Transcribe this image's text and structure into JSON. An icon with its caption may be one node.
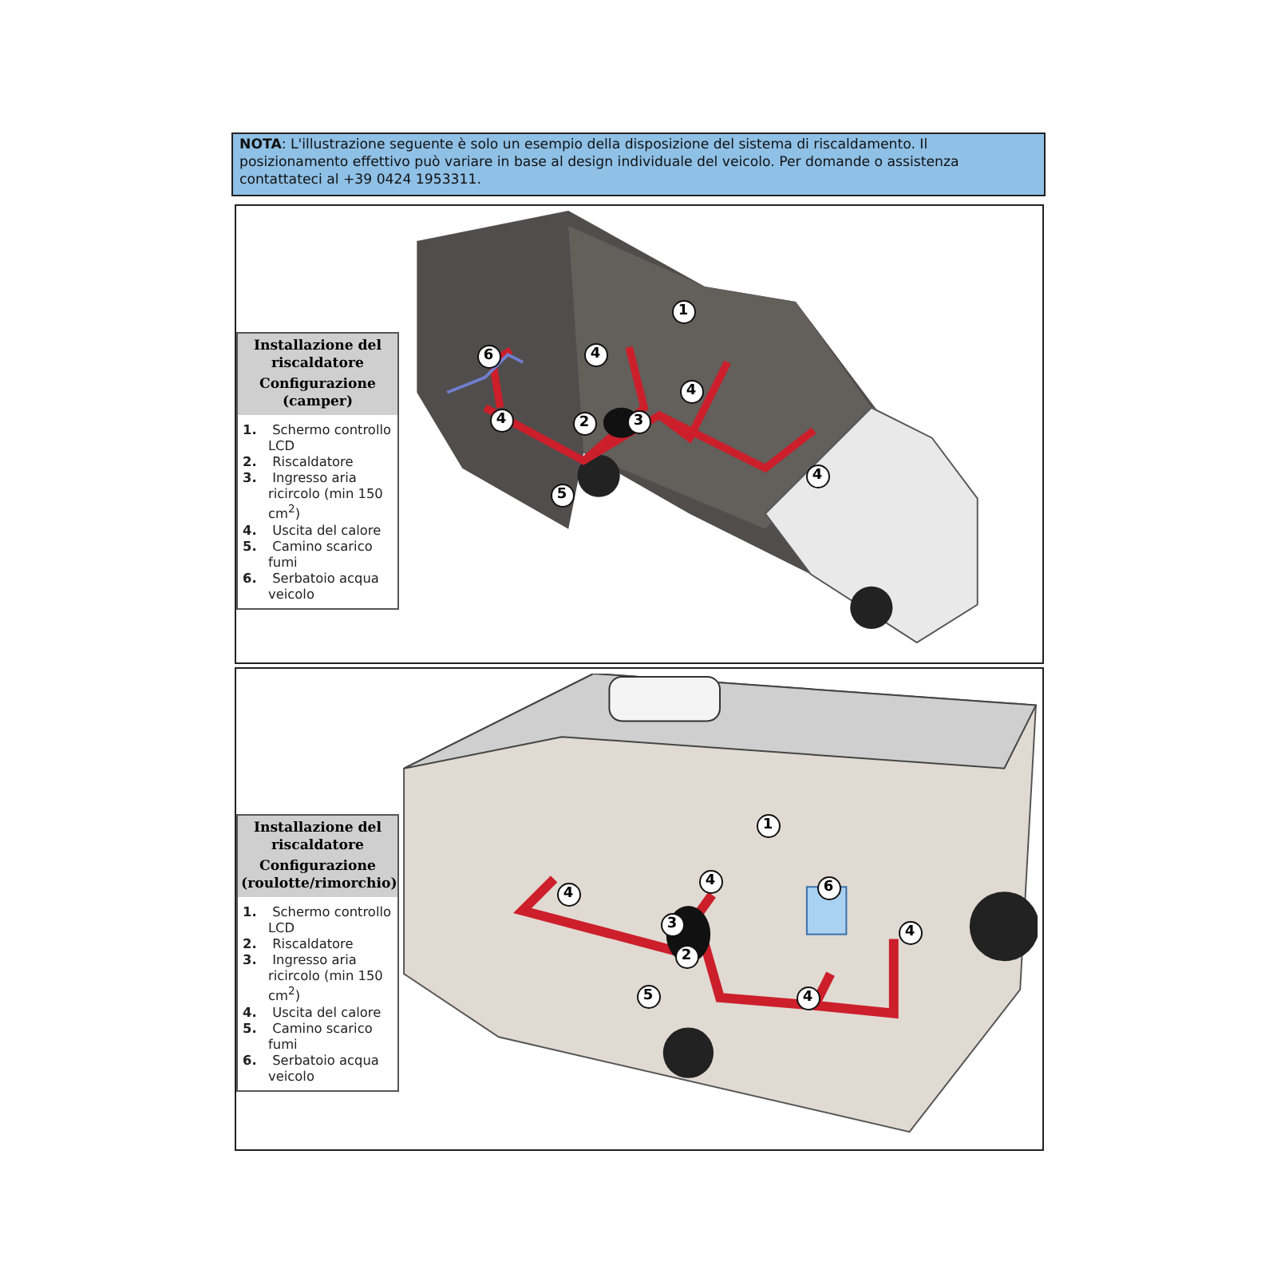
{
  "diagram": {
    "nodes": [
      {
        "text": [
          "**NOTA**: L'illustrazione seguente è solo un esempio della disposizione del sistema di riscaldamento. Il posizionamento effettivo può variare in base al design individuale del veicolo. Per domande o assistenza contattateci al +39 0424 1953311."
        ]
      },
      {
        "text": [
          "Installazione del riscaldatore",
          "Configurazione (camper)",
          "**1.** Schermo controllo LCD",
          "**2.** Riscaldatore",
          "**3.** Ingresso aria ricircolo (min 150 cm$^{2}$)",
          "**4.** Uscita del calore",
          "**5.** Camino scarico fumi",
          "**6.** Serbatoio acqua veicolo"
        ]
      },
      {
        "text": [
          "Installazione del riscaldatore",
          "Configurazione (roulotte/rimorchio)",
          "**1.** Schermo controllo LCD",
          "**2.** Riscaldatore",
          "**3.** Ingresso aria ricircolo (min 150 cm$^{2}$)",
          "**4.** Uscita del calore",
          "**5.** Camino scarico fumi",
          "**6.** Serbatoio acqua veicolo"
        ]
      }
    ],
    "labels": [
      "1",
      "4",
      "6",
      "4",
      "3",
      "2",
      "4",
      "5",
      "4",
      "1",
      "4",
      "4",
      "6",
      "3",
      "4",
      "2",
      "5",
      "4"
    ]
  }
}
